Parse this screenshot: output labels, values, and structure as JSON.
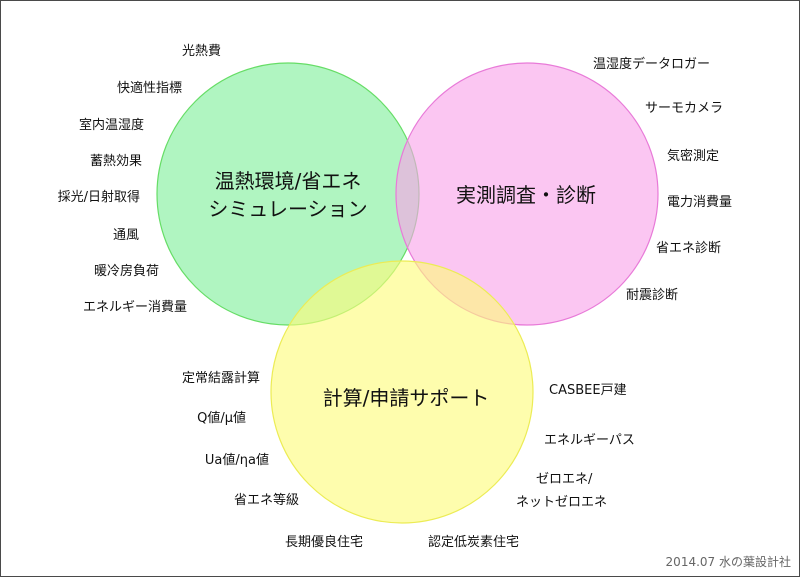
{
  "circles": {
    "green": {
      "title_line1": "温熱環境/省エネ",
      "title_line2": "シミュレーション",
      "color": "#7fef9b",
      "stroke": "#66dd66",
      "items": [
        "光熱費",
        "快適性指標",
        "室内温湿度",
        "蓄熱効果",
        "採光/日射取得",
        "通風",
        "暖冷房負荷",
        "エネルギー消費量"
      ]
    },
    "pink": {
      "title": "実測調査・診断",
      "color": "#f9a3ea",
      "stroke": "#e87ad8",
      "items": [
        "温湿度データロガー",
        "サーモカメラ",
        "気密測定",
        "電力消費量",
        "省エネ診断",
        "耐震診断"
      ]
    },
    "yellow": {
      "title": "計算/申請サポート",
      "color": "#fefb7a",
      "stroke": "#ecec55",
      "items_left": [
        "定常結露計算",
        "Q値/μ値",
        "Ua値/ηa値",
        "省エネ等級",
        "長期優良住宅"
      ],
      "items_right": [
        "CASBEE戸建",
        "エネルギーパス",
        "ゼロエネ/",
        "ネットゼロエネ",
        "認定低炭素住宅"
      ]
    }
  },
  "credit": "2014.07  水の葉設計社"
}
